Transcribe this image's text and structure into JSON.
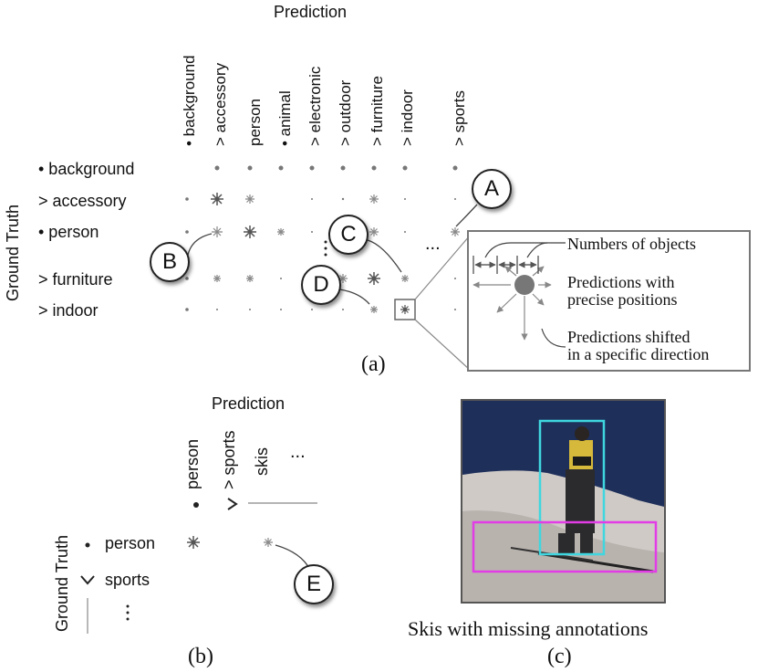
{
  "panel_a": {
    "prediction_title": "Prediction",
    "ground_truth_title": "Ground Truth",
    "columns": [
      "• background",
      "> accessory",
      "person",
      "• animal",
      "> electronic",
      "> outdoor",
      "> furniture",
      "> indoor",
      "> sports"
    ],
    "rows": [
      "• background",
      "> accessory",
      "• person",
      "> furniture",
      "> indoor"
    ],
    "ellipsis": "...",
    "caption": "(a)",
    "callouts": [
      "A",
      "B",
      "C",
      "D"
    ],
    "legend": {
      "numbers": "Numbers of objects",
      "precise_1": "Predictions with",
      "precise_2": "precise positions",
      "shifted_1": "Predictions shifted",
      "shifted_2": "in a specific direction"
    }
  },
  "panel_b": {
    "prediction_title": "Prediction",
    "ground_truth_title": "Ground Truth",
    "columns": [
      "person",
      "> sports",
      "skis",
      "..."
    ],
    "rows": [
      "person",
      "sports"
    ],
    "caption": "(b)",
    "callout": "E"
  },
  "panel_c": {
    "caption_text": "Skis with missing annotations",
    "caption": "(c)"
  },
  "colors": {
    "box_cyan": "#3fd6df",
    "box_magenta": "#e23ce6",
    "glyph": "#888888"
  }
}
